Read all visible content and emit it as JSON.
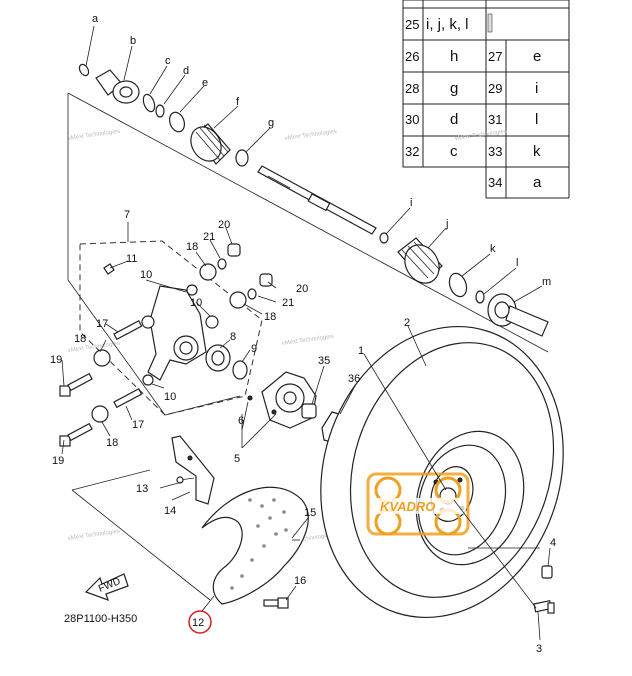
{
  "parts_table": [
    {
      "num": "25",
      "ref": "i, j, k, l"
    },
    {
      "num": "26",
      "ref": "h"
    },
    {
      "num": "27",
      "ref": "e"
    },
    {
      "num": "28",
      "ref": "g"
    },
    {
      "num": "29",
      "ref": "i"
    },
    {
      "num": "30",
      "ref": "d"
    },
    {
      "num": "31",
      "ref": "l"
    },
    {
      "num": "32",
      "ref": "c"
    },
    {
      "num": "33",
      "ref": "k"
    },
    {
      "num": "34",
      "ref": "a"
    }
  ],
  "callouts": {
    "a": "a",
    "b": "b",
    "c": "c",
    "d": "d",
    "e": "e",
    "f": "f",
    "g": "g",
    "i": "i",
    "j": "j",
    "k": "k",
    "l": "l",
    "m": "m",
    "n1": "1",
    "n2": "2",
    "n3": "3",
    "n4": "4",
    "n5": "5",
    "n6": "6",
    "n7": "7",
    "n8": "8",
    "n9": "9",
    "n10a": "10",
    "n10b": "10",
    "n10c": "10",
    "n11": "11",
    "n12": "12",
    "n13": "13",
    "n14": "14",
    "n15": "15",
    "n16": "16",
    "n17a": "17",
    "n17b": "17",
    "n18a": "18",
    "n18b": "18",
    "n18c": "18",
    "n19a": "19",
    "n19b": "19",
    "n20a": "20",
    "n20b": "20",
    "n21a": "21",
    "n21b": "21",
    "n35": "35",
    "n36": "36"
  },
  "fwd_label": "FWD",
  "diagram_code": "28P1100-H350",
  "watermark": "vMext Technologies",
  "logo_text": "KVADRO",
  "highlight_color": "#d62020",
  "logo_color": "#f0a020"
}
